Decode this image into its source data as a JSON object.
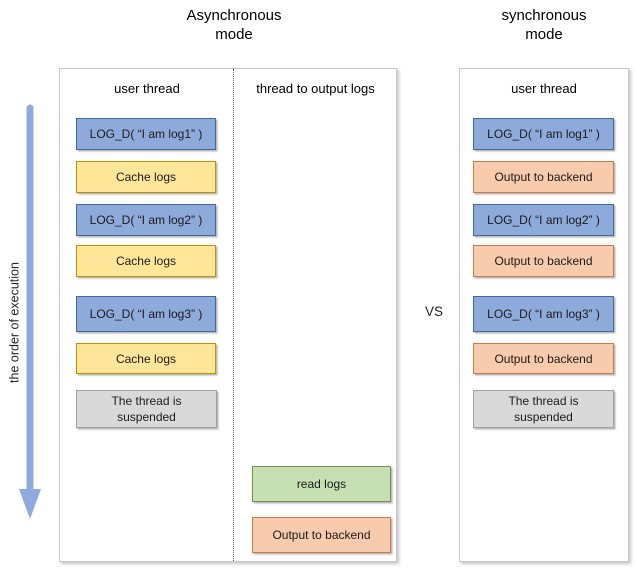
{
  "titles": {
    "left": "Asynchronous\nmode",
    "right": "synchronous\nmode",
    "vs": "VS"
  },
  "order_label": "the order of execution",
  "colors": {
    "log_call_fill": "#8EAADB",
    "log_call_border": "#41699C",
    "cache_fill": "#FFE699",
    "cache_border": "#BF9000",
    "output_fill": "#F8CBAD",
    "output_border": "#C87B4A",
    "read_fill": "#C6E0B4",
    "read_border": "#6F9151",
    "suspended_fill": "#D9D9D9",
    "suspended_border": "#A0A0A0",
    "arrow": "#8FAADC"
  },
  "async_panel": {
    "user_thread_header": "user thread",
    "output_thread_header": "thread to output logs",
    "user_thread_boxes": [
      {
        "label": "LOG_D( “I am log1” )",
        "type": "blue"
      },
      {
        "label": "Cache logs",
        "type": "yellow"
      },
      {
        "label": "LOG_D( “I am log2” )",
        "type": "blue"
      },
      {
        "label": "Cache logs",
        "type": "yellow"
      },
      {
        "label": "LOG_D( “I am log3” )",
        "type": "blue"
      },
      {
        "label": "Cache logs",
        "type": "yellow"
      },
      {
        "label": "The thread is\nsuspended",
        "type": "gray"
      }
    ],
    "output_thread_boxes": [
      {
        "label": "read logs",
        "type": "green"
      },
      {
        "label": "Output to backend",
        "type": "orange"
      }
    ]
  },
  "sync_panel": {
    "user_thread_header": "user thread",
    "boxes": [
      {
        "label": "LOG_D( “I am log1” )",
        "type": "blue"
      },
      {
        "label": "Output to backend",
        "type": "orange"
      },
      {
        "label": "LOG_D( “I am log2” )",
        "type": "blue"
      },
      {
        "label": "Output to backend",
        "type": "orange"
      },
      {
        "label": "LOG_D( “I am log3” )",
        "type": "blue"
      },
      {
        "label": "Output to backend",
        "type": "orange"
      },
      {
        "label": "The thread is\nsuspended",
        "type": "gray"
      }
    ]
  }
}
